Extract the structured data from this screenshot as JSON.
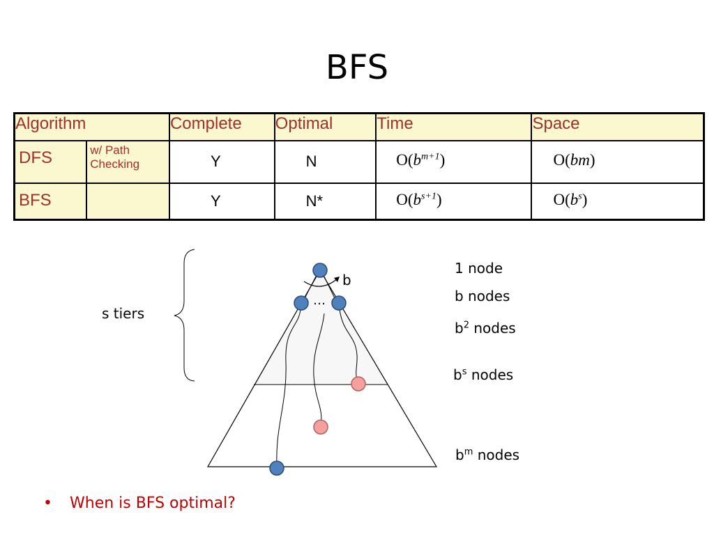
{
  "title": "BFS",
  "table": {
    "headers": {
      "algorithm": "Algorithm",
      "complete": "Complete",
      "optimal": "Optimal",
      "time": "Time",
      "space": "Space"
    },
    "rows": [
      {
        "name": "DFS",
        "note": "w/ Path Checking",
        "complete": "Y",
        "optimal": "N",
        "time_base": "O(",
        "time_b": "b",
        "time_exp": "m+1",
        "time_close": ")",
        "space_base": "O(",
        "space_b": "bm",
        "space_exp": "",
        "space_close": ")"
      },
      {
        "name": "BFS",
        "note": "",
        "complete": "Y",
        "optimal": "N*",
        "time_base": "O(",
        "time_b": "b",
        "time_exp": "s+1",
        "time_close": ")",
        "space_base": "O(",
        "space_b": "b",
        "space_exp": "s",
        "space_close": ")"
      }
    ]
  },
  "diagram": {
    "tiers_label": "s tiers",
    "branch_label": "b",
    "ellipsis": "…",
    "levels": [
      {
        "prefix": "1 node",
        "sup": "",
        "suffix": ""
      },
      {
        "prefix": "b nodes",
        "sup": "",
        "suffix": ""
      },
      {
        "prefix": "b",
        "sup": "2",
        "suffix": " nodes"
      },
      {
        "prefix": "b",
        "sup": "s",
        "suffix": " nodes"
      },
      {
        "prefix": "b",
        "sup": "m",
        "suffix": " nodes"
      }
    ],
    "colors": {
      "blue_node": "#4f81bd",
      "pink_node": "#f4a09c",
      "upper_fill": "#f7f7f7"
    }
  },
  "bullet": {
    "text": "When is BFS optimal?",
    "color": "#c00000"
  }
}
